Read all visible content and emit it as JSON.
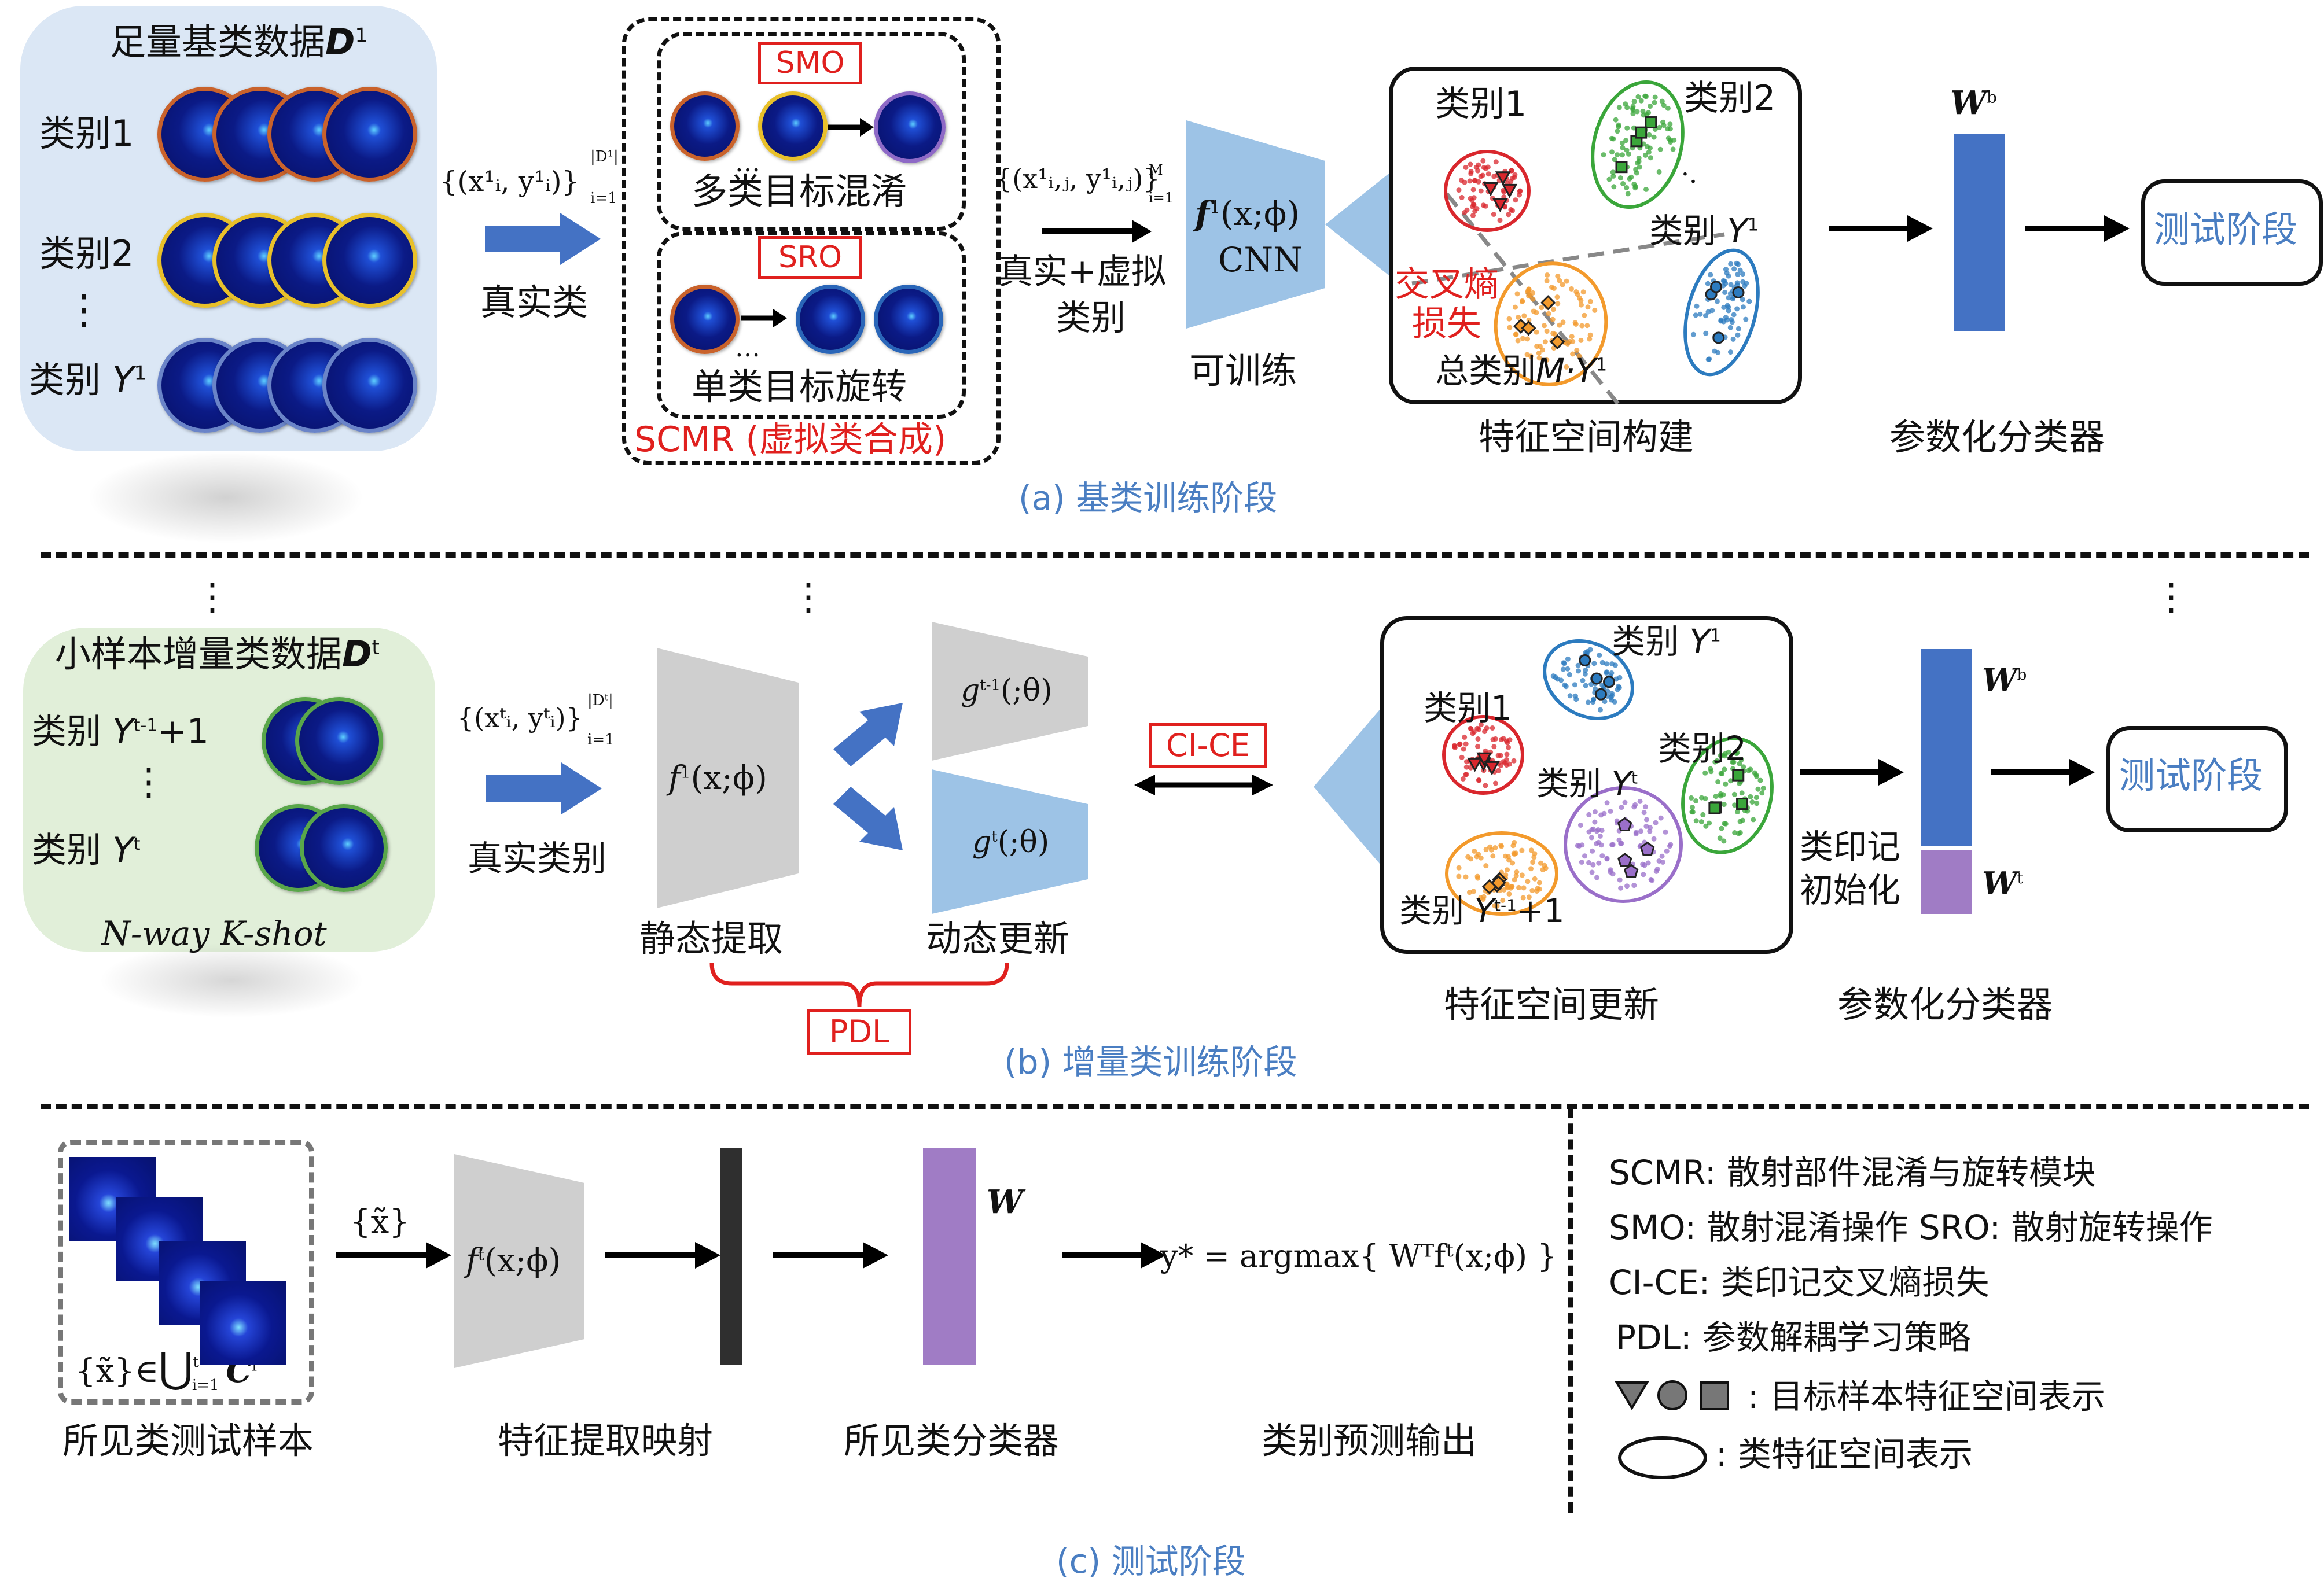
{
  "colors": {
    "base_panel": "#dbe7f5",
    "incr_panel": "#e1efd9",
    "arrow_blue": "#4472c4",
    "trapezoid_blue": "#9dc3e6",
    "trapezoid_gray": "#cfcfcf",
    "classifier_blue": "#4472c4",
    "classifier_purple": "#a07cc5",
    "accent_red": "#e0201e",
    "caption_blue": "#4a7ec2",
    "cluster_red": "#d9272d",
    "cluster_green": "#3aa63a",
    "cluster_blue": "#2c7bbf",
    "cluster_orange": "#f39a2c",
    "cluster_purple": "#9a6fc9"
  },
  "icons": [
    "right-arrow-icon",
    "double-arrow-icon",
    "triangle-icon",
    "circle-icon",
    "square-icon",
    "ellipse-icon"
  ],
  "section_a": {
    "caption": "(a) 基类训练阶段",
    "panel_title": "足量基类数据",
    "panel_title_sym": "D",
    "panel_title_sup": "1",
    "class1": "类别1",
    "class2": "类别2",
    "vdots": "⋮",
    "classY_prefix": "类别 ",
    "classY_sym": "Y",
    "classY_sup": "1",
    "ellipsis": "···",
    "input_set": "{(x",
    "input_set_tail": "¹ᵢ, y¹ᵢ)}",
    "input_set_limit": "|D¹|",
    "input_set_sub": "i=1",
    "input_label": "真实类",
    "smo": "SMO",
    "smo_caption": "多类目标混淆",
    "sro": "SRO",
    "sro_caption": "单类目标旋转",
    "scmr_caption": "SCMR (虚拟类合成)",
    "dots_small": "…",
    "mid_set": "{(x¹ᵢ,ⱼ, y¹ᵢ,ⱼ)}",
    "mid_set_sup": "M",
    "mid_set_sub": "i=1",
    "mid_label_1": "真实+虚拟",
    "mid_label_2": "类别",
    "cnn_f": "f",
    "cnn_args": "(x;ϕ)",
    "cnn_sup": "1",
    "cnn_name": "CNN",
    "trainable": "可训练",
    "fs_class1": "类别1",
    "fs_class2": "类别2",
    "fs_classY_prefix": "类别 ",
    "fs_classY_sym": "Y",
    "fs_classY_sup": "1",
    "fs_loss_1": "交叉熵",
    "fs_loss_2": "损失",
    "fs_total_prefix": "总类别",
    "fs_total_sym": "M·Y",
    "fs_total_sup": "1",
    "fs_dots": "·.",
    "fs_caption": "特征空间构建",
    "wb_sym": "W",
    "wb_sup": "b",
    "clf_caption": "参数化分类器",
    "test_box": "测试阶段"
  },
  "section_b": {
    "caption": "(b) 增量类训练阶段",
    "panel_title": "小样本增量类数据",
    "panel_title_sym": "D",
    "panel_title_sup": "t",
    "classA_prefix": "类别 ",
    "classA_sym": "Y",
    "classA_sup": "t-1",
    "classA_suffix": "+1",
    "vdots": "⋮",
    "classB_prefix": "类别 ",
    "classB_sym": "Y",
    "classB_sup": "t",
    "nway": "N-way  K-shot",
    "input_set": "{(xᵗᵢ, yᵗᵢ)}",
    "input_set_limit": "|Dᵗ|",
    "input_set_sub": "i=1",
    "input_label": "真实类别",
    "static_f": "f",
    "static_sup": "1",
    "static_args": "(x;ϕ)",
    "static_label": "静态提取",
    "g_old": "g",
    "g_old_sup": "t-1",
    "g_old_args": "(;θ)",
    "g_new": "g",
    "g_new_sup": "t",
    "g_new_args": "(;θ)",
    "dynamic_label": "动态更新",
    "pdl": "PDL",
    "cice": "CI-CE",
    "fs_classY1_prefix": "类别 ",
    "fs_classY1_sym": "Y",
    "fs_classY1_sup": "1",
    "fs_class1": "类别1",
    "fs_class2": "类别2",
    "fs_classYt_prefix": "类别 ",
    "fs_classYt_sym": "Y",
    "fs_classYt_sup": "t",
    "fs_classYt1_prefix": "类别 ",
    "fs_classYt1_sym": "Y",
    "fs_classYt1_sup": "t-1",
    "fs_classYt1_suffix": "+1",
    "fs_caption": "特征空间更新",
    "imprint_1": "类印记",
    "imprint_2": "初始化",
    "wb_sym": "W",
    "wb_sup": "b",
    "wt_sym": "W",
    "wt_sup": "t",
    "clf_caption": "参数化分类器",
    "test_box": "测试阶段",
    "vdots_top": "⋮"
  },
  "section_c": {
    "caption": "(c) 测试阶段",
    "set_left": "{x̃}∈",
    "set_union": "⋃",
    "set_union_sup": "t",
    "set_union_sub": "i=1",
    "set_C": "C",
    "set_C_sup": "i",
    "samples_caption": "所见类测试样本",
    "arrow_label": "{x̃}",
    "f_sym": "f",
    "f_sup": "t",
    "f_args": "(x;ϕ)",
    "feat_caption": "特征提取映射",
    "w_sym": "W",
    "clf_caption": "所见类分类器",
    "formula": "y* = argmax{ Wᵀfᵗ(x;ϕ) }",
    "out_caption": "类别预测输出"
  },
  "legend": {
    "l1": "SCMR: 散射部件混淆与旋转模块",
    "l2": "SMO: 散射混淆操作   SRO: 散射旋转操作",
    "l3": "CI-CE: 类印记交叉熵损失",
    "l4": "PDL: 参数解耦学习策略",
    "l5": ": 目标样本特征空间表示",
    "l6": ": 类特征空间表示"
  }
}
